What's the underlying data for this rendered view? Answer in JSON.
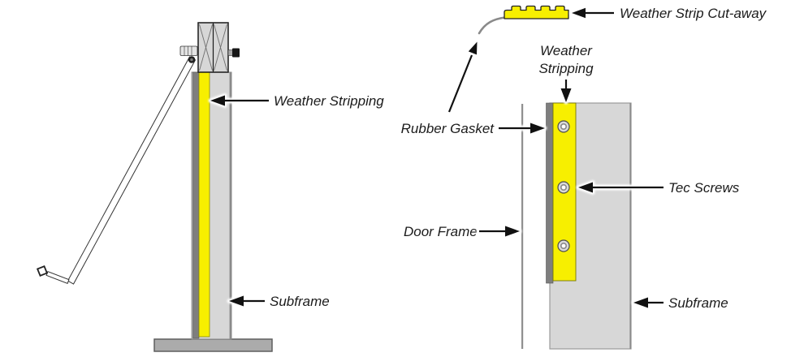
{
  "figure": {
    "description": "Weather stripping installation diagram, side view and cut-away detail"
  },
  "colors": {
    "weather_strip_yellow": "#f7ef00",
    "subframe_gray": "#d7d7d7",
    "rubber_gasket_gray": "#7e7e7e",
    "base_plate_gray": "#ababab",
    "door_frame_line_gray": "#909090",
    "line_black": "#111111"
  },
  "left_diagram": {
    "weather_stripping_label": "Weather Stripping",
    "subframe_label": "Subframe"
  },
  "right_diagram": {
    "weather_strip_cutaway_label": "Weather Strip Cut-away",
    "weather_stripping_label_line1": "Weather",
    "weather_stripping_label_line2": "Stripping",
    "rubber_gasket_label": "Rubber Gasket",
    "tec_screws_label": "Tec Screws",
    "door_frame_label": "Door Frame",
    "subframe_label": "Subframe",
    "tec_screws_count": 3
  }
}
